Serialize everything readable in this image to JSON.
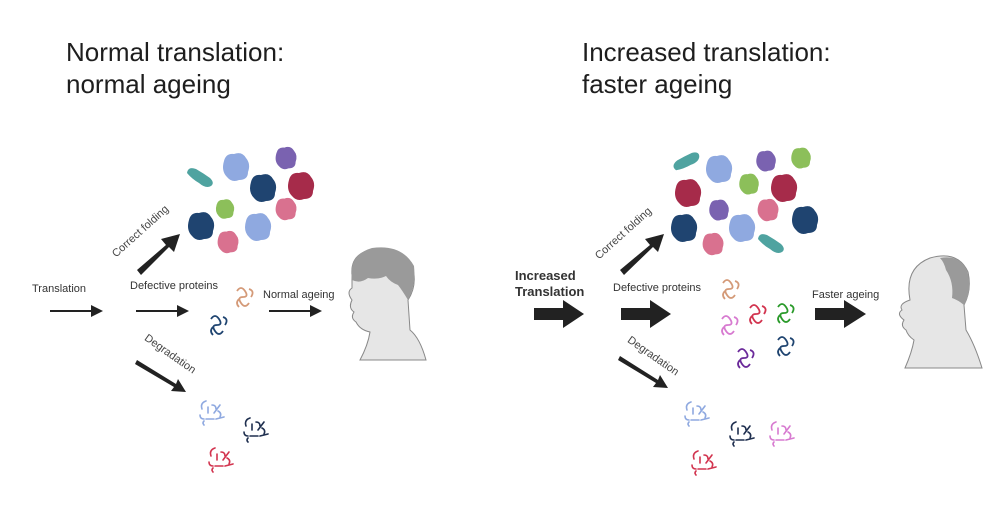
{
  "panels": [
    {
      "title_line1": "Normal translation:",
      "title_line2": "normal ageing",
      "translation_label": "Translation",
      "correct_folding_label": "Correct folding",
      "defective_label": "Defective proteins",
      "degradation_label": "Degradation",
      "outcome_label": "Normal ageing",
      "person": "young-person"
    },
    {
      "title_line1": "Increased translation:",
      "title_line2": "faster ageing",
      "translation_label": "Increased Translation",
      "correct_folding_label": "Correct folding",
      "defective_label": "Defective proteins",
      "degradation_label": "Degradation",
      "outcome_label": "Faster ageing",
      "person": "old-person"
    }
  ],
  "colors": {
    "teal": "#4fa3a0",
    "light_blue": "#8fa9e0",
    "navy": "#1f4470",
    "purple": "#7a62b0",
    "crimson": "#a62b4a",
    "pink": "#d9718f",
    "green": "#8cbf5a",
    "orange": "#d49a78",
    "red": "#d2344f",
    "magenta": "#d77ad0",
    "dkgreen": "#2a9a2a",
    "violet": "#6b2a9a",
    "skin": "#e6e6e6",
    "hair": "#9a9a9a"
  }
}
